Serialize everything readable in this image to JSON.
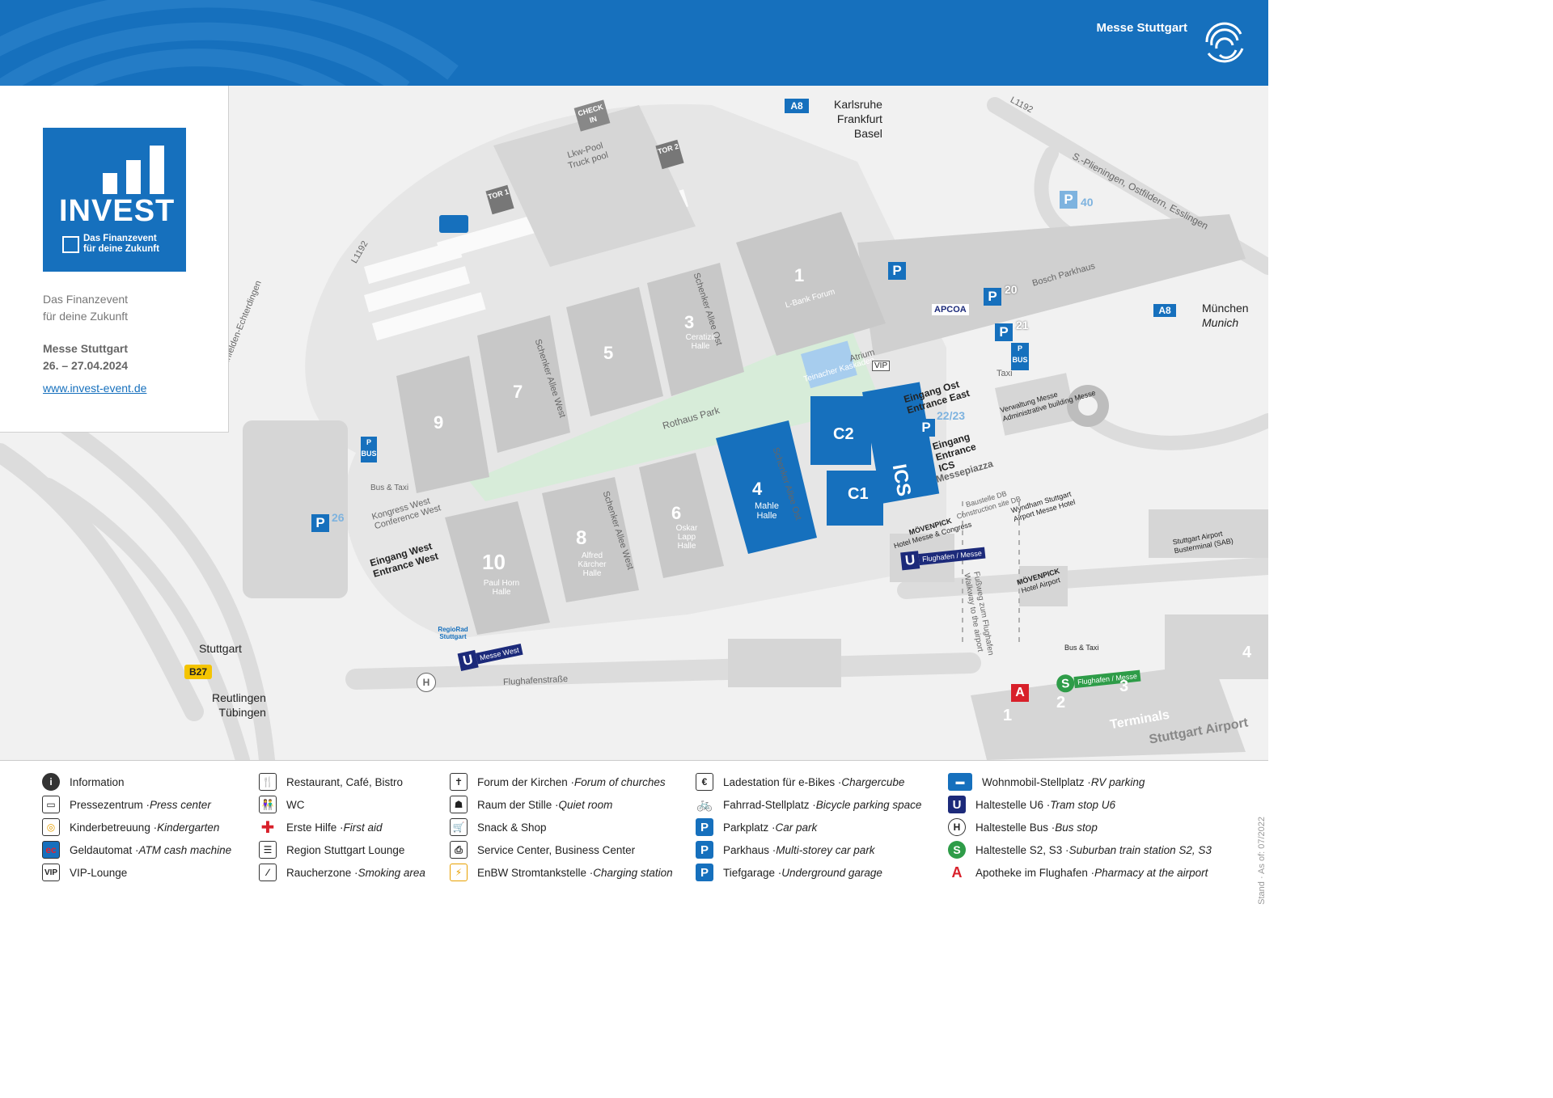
{
  "header": {
    "brand": "Messe Stuttgart"
  },
  "sidebar": {
    "logo_word": "INVEST",
    "logo_tagline_1": "Das Finanzevent",
    "logo_tagline_2": "für deine Zukunft",
    "subtitle_1": "Das Finanzevent",
    "subtitle_2": "für deine Zukunft",
    "venue": "Messe Stuttgart",
    "dates": "26. – 27.04.2024",
    "link": "www.invest-event.de"
  },
  "halls": {
    "h1": {
      "num": "1",
      "name": "L-Bank Forum"
    },
    "h3": {
      "num": "3",
      "name": "Ceratizit Halle"
    },
    "h4": {
      "num": "4",
      "name": "Mahle Halle"
    },
    "h5": {
      "num": "5"
    },
    "h6": {
      "num": "6",
      "name": "Oskar Lapp Halle"
    },
    "h7": {
      "num": "7"
    },
    "h8": {
      "num": "8",
      "name": "Alfred Kärcher Halle"
    },
    "h9": {
      "num": "9"
    },
    "h10": {
      "num": "10",
      "name": "Paul Horn Halle"
    },
    "c1": "C1",
    "c2": "C2",
    "ics": "ICS"
  },
  "map_labels": {
    "a8_west": "A8",
    "karlsruhe": "Karlsruhe",
    "frankfurt": "Frankfurt",
    "basel": "Basel",
    "a8_east": "A8",
    "muenchen": "München",
    "munich": "Munich",
    "l1192_top": "L1192",
    "l1192_left": "L1192",
    "plieningen": "S.-Plieningen, Ostfildern, Esslingen",
    "leinfelden": "Leinfelden-Echterdingen",
    "p40": "40",
    "p20": "20",
    "p21": "21",
    "p26": "26",
    "p2223": "22/23",
    "bosch_parkhaus": "Bosch Parkhaus",
    "apcoa": "APCOA",
    "taxi": "Taxi",
    "bus": "BUS",
    "check_in": "CHECK IN",
    "tor1": "TOR 1",
    "tor2": "TOR 2",
    "lkw_pool": "Lkw-Pool",
    "truck_pool": "Truck pool",
    "schenker_ost": "Schenker Allee Ost",
    "schenker_west": "Schenker Allee West",
    "rothaus_park": "Rothaus Park",
    "teinacher": "Teinacher Kaskaden",
    "atrium": "Atrium",
    "vip": "VIP",
    "eingang_ost": "Eingang Ost",
    "entrance_east": "Entrance East",
    "eingang_ics": "Eingang",
    "entrance_ics": "Entrance",
    "ics_label": "ICS",
    "messepiazza": "Messepiazza",
    "baustelle": "Baustelle DB",
    "construction": "Construction site DB",
    "verwaltung": "Verwaltung Messe",
    "administrative": "Administrative building Messe",
    "wyndham": "Wyndham Stuttgart Airport Messe Hotel",
    "moevenpick1": "MÖVENPICK",
    "hotel_messe": "Hotel Messe & Congress",
    "moevenpick2": "MÖVENPICK",
    "hotel_airport": "Hotel Airport",
    "flughafen_messe_u": "Flughafen / Messe",
    "fussweg": "Fußweg zum Flughafen",
    "walkway": "Walkway to the airport",
    "stuttgart_airport_bus": "Stuttgart Airport Busterminal (SAB)",
    "bus_taxi_right": "Bus & Taxi",
    "flughafen_messe_s": "Flughafen / Messe",
    "terminals": "Terminals",
    "stuttgart_airport": "Stuttgart Airport",
    "t1": "1",
    "t2": "2",
    "t3": "3",
    "t4": "4",
    "kongress_west": "Kongress West",
    "conference_west": "Conference West",
    "eingang_west": "Eingang West",
    "entrance_west": "Entrance West",
    "bus_taxi_left": "Bus & Taxi",
    "regiorad": "RegioRad Stuttgart",
    "messe_west_u": "Messe West",
    "flughafenstrasse": "Flughafenstraße",
    "stuttgart": "Stuttgart",
    "b27": "B27",
    "reutlingen": "Reutlingen",
    "tuebingen": "Tübingen"
  },
  "legend": [
    {
      "icon": "information-icon",
      "label": "Information",
      "en": ""
    },
    {
      "icon": "press-center-icon",
      "label": "Pressezentrum · ",
      "en": "Press center"
    },
    {
      "icon": "kindergarten-icon",
      "label": "Kinderbetreuung · ",
      "en": "Kindergarten"
    },
    {
      "icon": "atm-icon",
      "label": "Geldautomat · ",
      "en": "ATM cash machine"
    },
    {
      "icon": "vip-icon",
      "label": "VIP-Lounge",
      "en": ""
    },
    {
      "icon": "restaurant-icon",
      "label": "Restaurant, Café, Bistro",
      "en": ""
    },
    {
      "icon": "wc-icon",
      "label": "WC",
      "en": ""
    },
    {
      "icon": "first-aid-icon",
      "label": "Erste Hilfe · ",
      "en": "First aid"
    },
    {
      "icon": "lounge-icon",
      "label": "Region Stuttgart Lounge",
      "en": ""
    },
    {
      "icon": "smoking-icon",
      "label": "Raucherzone · ",
      "en": "Smoking area"
    },
    {
      "icon": "church-icon",
      "label": "Forum der Kirchen · ",
      "en": "Forum of churches"
    },
    {
      "icon": "quiet-room-icon",
      "label": "Raum der Stille · ",
      "en": "Quiet room"
    },
    {
      "icon": "shop-icon",
      "label": "Snack & Shop",
      "en": ""
    },
    {
      "icon": "service-center-icon",
      "label": "Service Center, Business Center",
      "en": ""
    },
    {
      "icon": "charging-icon",
      "label": "EnBW Stromtankstelle · ",
      "en": "Charging station"
    },
    {
      "icon": "ebike-charging-icon",
      "label": "Ladestation für e-Bikes · ",
      "en": "Chargercube"
    },
    {
      "icon": "bicycle-icon",
      "label": "Fahrrad-Stellplatz · ",
      "en": "Bicycle parking space"
    },
    {
      "icon": "parking-icon",
      "label": "Parkplatz · ",
      "en": "Car park"
    },
    {
      "icon": "multistorey-parking-icon",
      "label": "Parkhaus · ",
      "en": "Multi-storey car park"
    },
    {
      "icon": "underground-parking-icon",
      "label": "Tiefgarage · ",
      "en": "Underground garage"
    },
    {
      "icon": "rv-parking-icon",
      "label": "Wohnmobil-Stellplatz · ",
      "en": "RV parking"
    },
    {
      "icon": "tram-stop-icon",
      "label": "Haltestelle U6 · ",
      "en": "Tram stop U6"
    },
    {
      "icon": "bus-stop-icon",
      "label": "Haltestelle Bus · ",
      "en": "Bus stop"
    },
    {
      "icon": "suburban-train-icon",
      "label": "Haltestelle S2, S3 · ",
      "en": "Suburban train station S2, S3"
    },
    {
      "icon": "pharmacy-icon",
      "label": "Apotheke im Flughafen · ",
      "en": "Pharmacy at the airport"
    }
  ],
  "stand": "Stand · As of: 07/2022",
  "colors": {
    "brand_blue": "#1670bd",
    "park_green": "#d7ecd9",
    "hall_grey": "#c8c8c8",
    "navy": "#1c2a7a",
    "sbahn_green": "#2e9c48",
    "pharmacy_red": "#d8202a"
  }
}
